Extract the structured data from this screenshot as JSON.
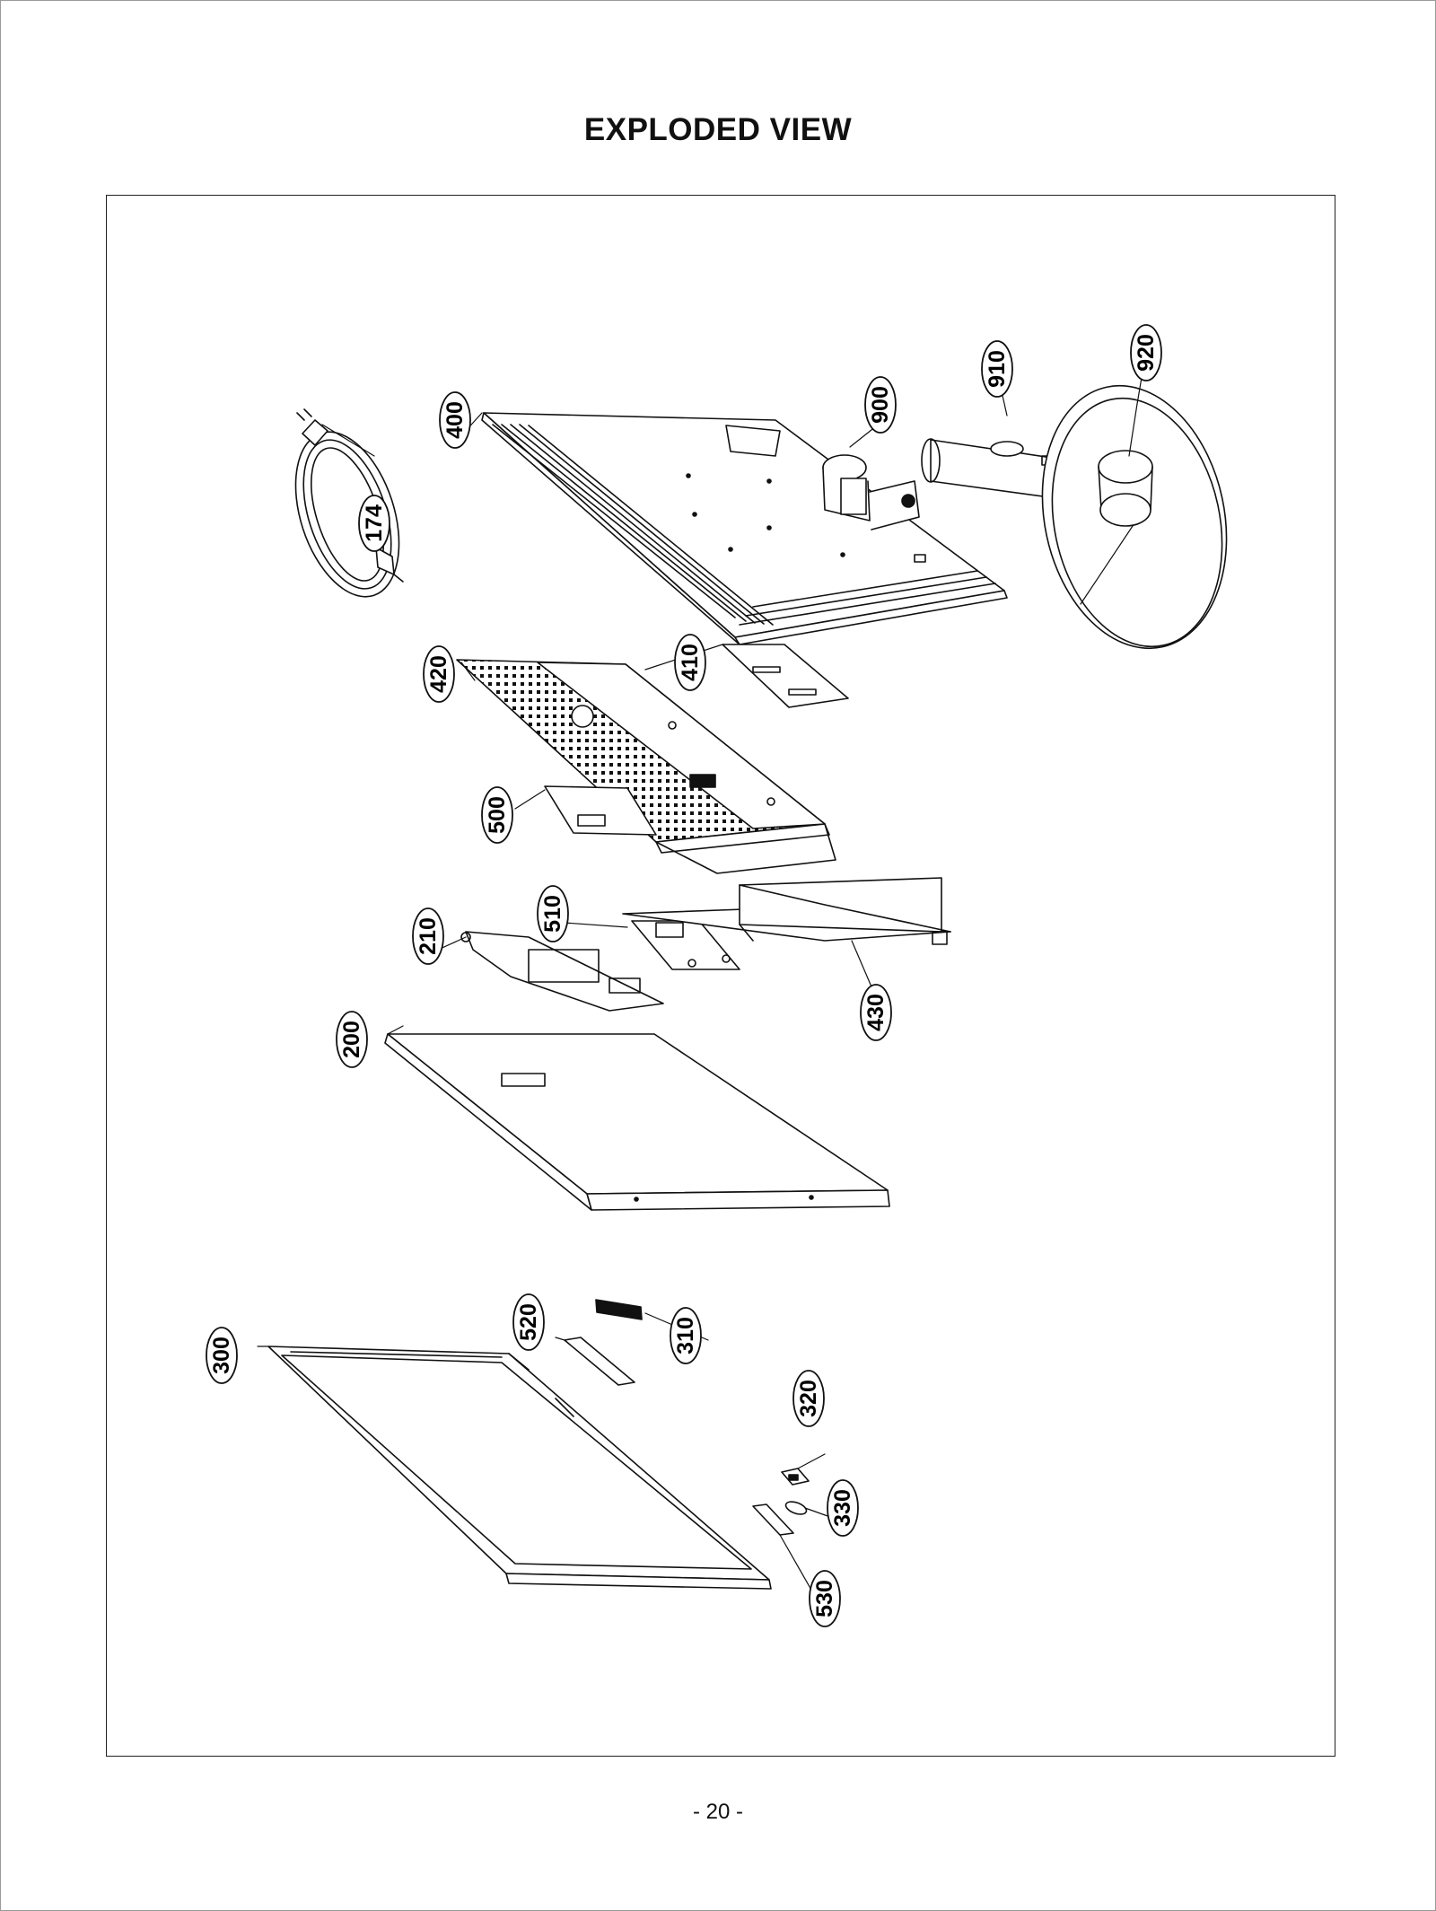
{
  "page": {
    "title": "EXPLODED VIEW",
    "page_number": "- 20 -"
  },
  "callouts": {
    "c174": "174",
    "c400": "400",
    "c900": "900",
    "c910": "910",
    "c920": "920",
    "c420": "420",
    "c410": "410",
    "c500": "500",
    "c510": "510",
    "c210": "210",
    "c430": "430",
    "c200": "200",
    "c300": "300",
    "c520": "520",
    "c310": "310",
    "c320": "320",
    "c330": "330",
    "c530": "530"
  }
}
